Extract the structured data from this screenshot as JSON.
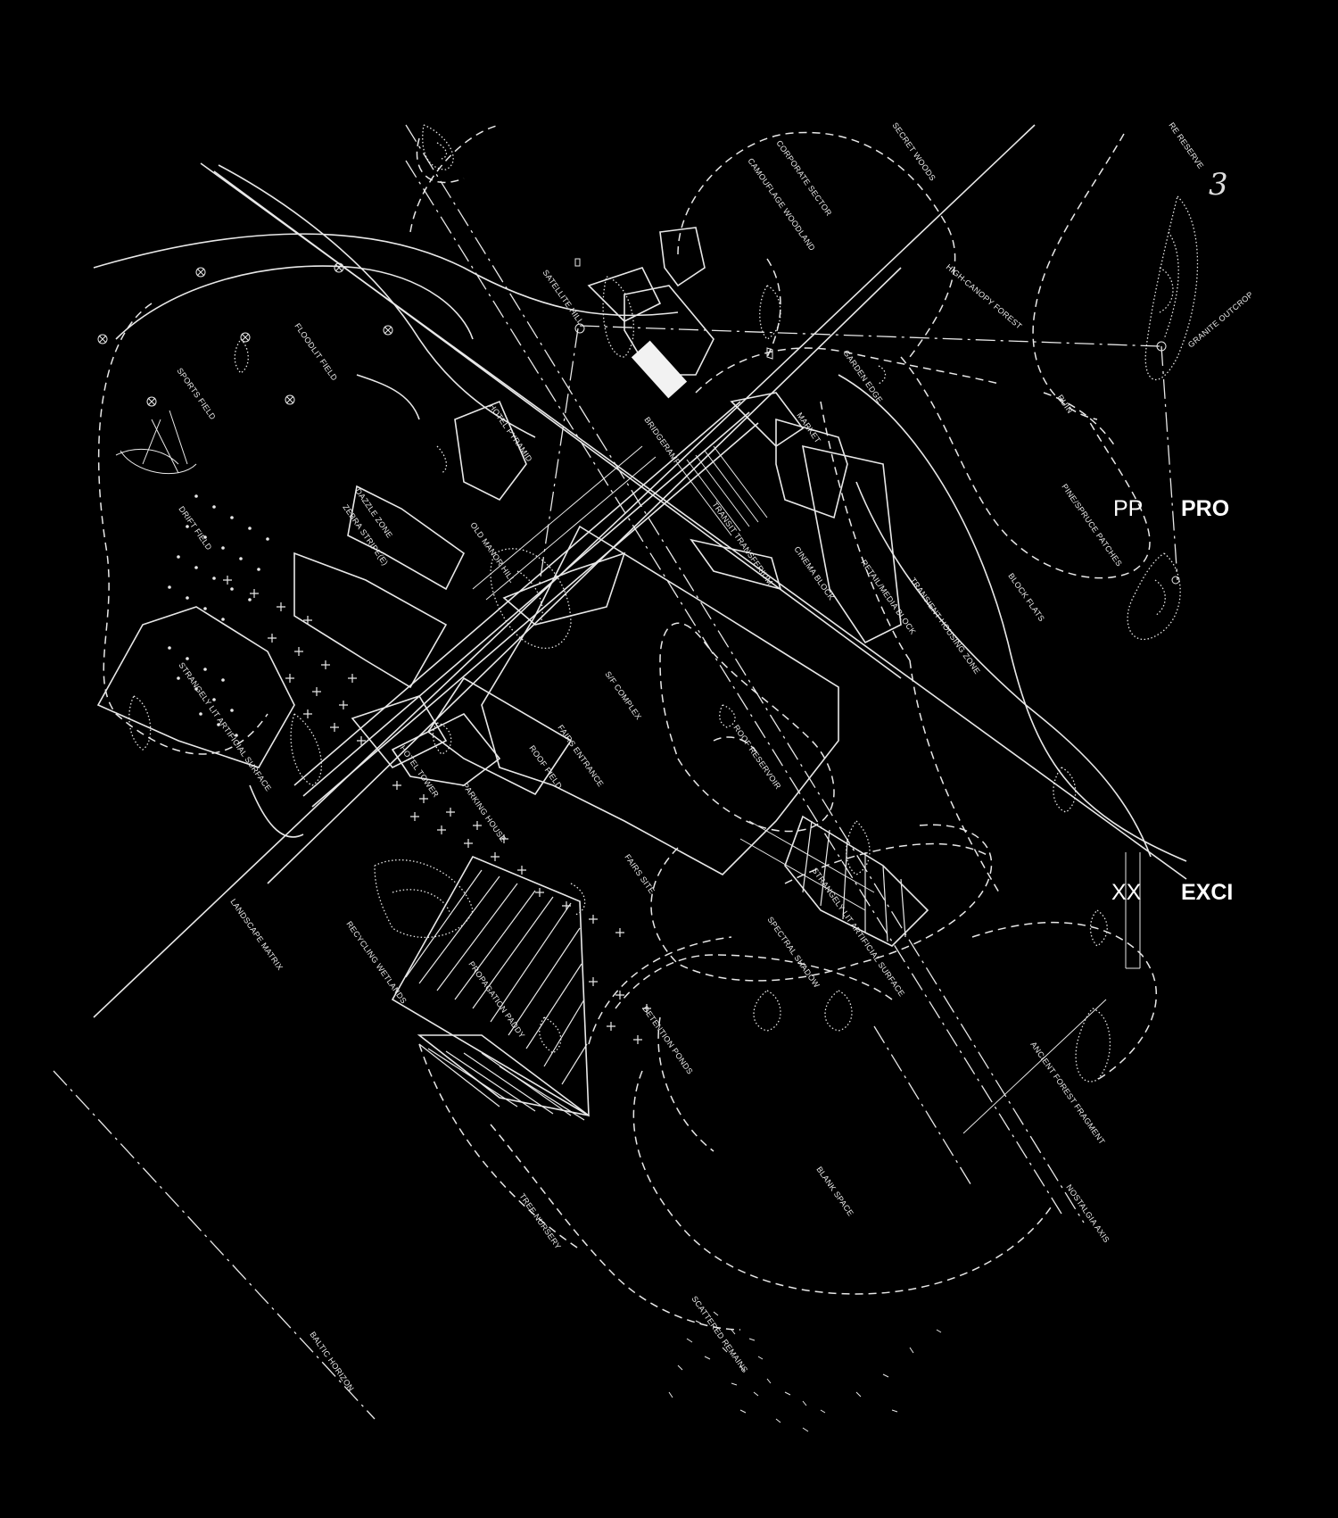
{
  "map": {
    "labels": {
      "secret_woods": "SECRET WOODS",
      "nature_reserve": "RE RESERVE",
      "corporate_sector": "CORPORATE SECTOR",
      "camouflage_woodland": "CAMOUFLAGE WOODLAND",
      "high_canopy_forest": "HIGH-CANOPY FOREST",
      "satellite_hill": "SATELLITE HILL",
      "granite_outcrop": "GRANITE OUTCROP",
      "garden_edge": "GARDEN EDGE",
      "floodlit_field": "FLOODLIT FIELD",
      "sports_field": "SPORTS FIELD",
      "ruin": "RUIN",
      "market": "MARKET",
      "hotel_pyramid": "HOTEL PYRAMID",
      "bridgeramp": "BRIDGERAMP",
      "spruce_patches": "PINE/SPRUCE PATCHES",
      "dazzle_zone": "DAZZLE ZONE",
      "zebra_stripe": "ZEBRA STRIPE(E)",
      "transit_transferium": "TRANSIT TRANSFERIUM",
      "drift_field": "DRIFT FIELD",
      "old_manor_hill": "OLD MANOR HILL",
      "cinema_block": "CINEMA BLOCK",
      "retail_media_block": "RETAIL/MEDIA BLOCK",
      "transient_housing_zone": "TRANSIENT HOUSING ZONE",
      "block_flats": "BLOCK FLATS",
      "strangely_lit_1": "STRANGELY LIT ARTIFICIAL SURFACE",
      "sf_complex": "S/F COMPLEX",
      "fairs_entrance": "FAIRS ENTRANCE",
      "roof_reservoir": "ROOF RESERVOIR",
      "roof_field": "ROOF FIELD",
      "hotel_tower": "HOTEL TOWER",
      "parking_house": "PARKING HOUSE",
      "fairs_site": "FAIRS SITE",
      "strangely_lit_2": "STRANGELY LIT ARTIFICIAL SURFACE",
      "spectral_shadow": "SPECTRAL SHADOW",
      "landscape_matrix": "LANDSCAPE MATRIX",
      "recycling_wetlands": "RECYCLING WETLANDS",
      "propagation_paddy": "PROPAGATION PADDY",
      "detention_ponds": "DETENTION PONDS",
      "ancient_forest_fragment": "ANCIENT FOREST FRAGMENT",
      "blank_space": "BLANK SPACE",
      "nostalgia_axis": "NOSTALGIA AXIS",
      "tree_nursery": "TREE NURSERY",
      "scattered_remains": "SCATTERED REMAINS",
      "baltic_horizon": "BALTIC HORIZON"
    },
    "overlay": {
      "pp": "PP",
      "pro": "PRO",
      "xx": "XX",
      "exci": "EXCI",
      "hand_number": "3"
    }
  }
}
